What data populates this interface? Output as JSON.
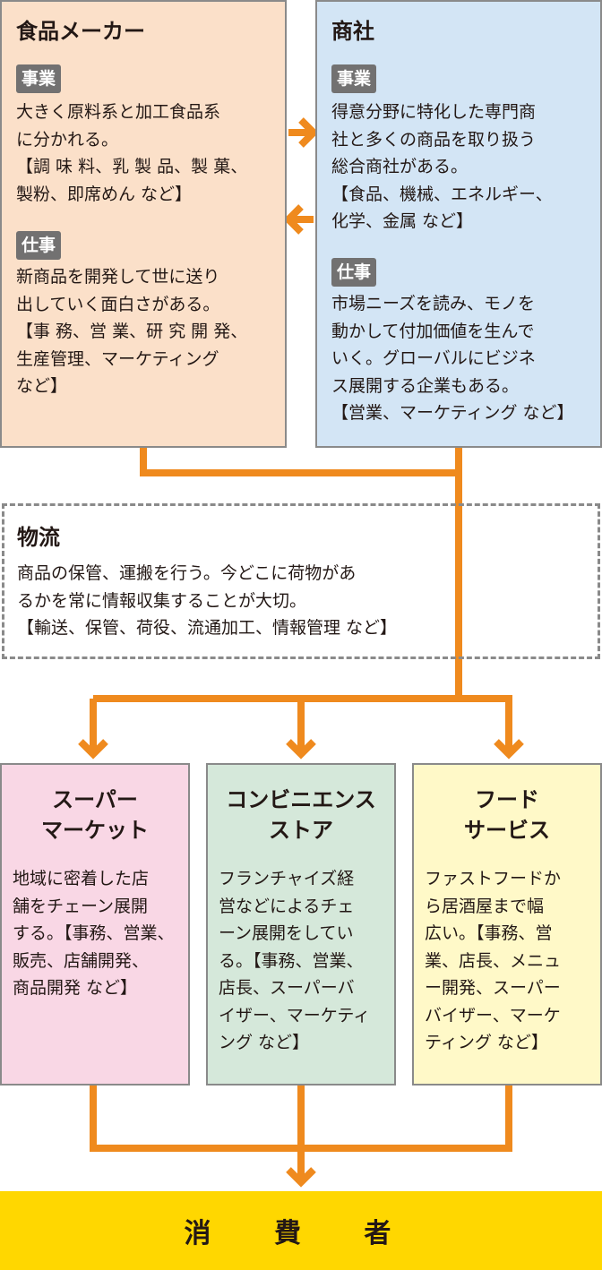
{
  "colors": {
    "line": "#ef8a1e",
    "manufacturer_fill": "#fbe0c9",
    "trading_fill": "#d3e5f5",
    "supermarket_fill": "#f9d7e5",
    "convenience_fill": "#d5e8da",
    "foodservice_fill": "#fff9c8",
    "consumer_fill": "#ffd700",
    "tag_fill": "#727171"
  },
  "manufacturer": {
    "title": "食品メーカー",
    "business_tag": "事業",
    "business_text": "大きく原料系と加工食品系\nに分かれる。\n【調 味 料、乳 製 品、製 菓、\n製粉、即席めん など】",
    "work_tag": "仕事",
    "work_text": "新商品を開発して世に送り\n出していく面白さがある。\n【事 務、営 業、研 究 開 発、\n生産管理、マーケティング\nなど】"
  },
  "trading": {
    "title": "商社",
    "business_tag": "事業",
    "business_text": "得意分野に特化した専門商\n社と多くの商品を取り扱う\n総合商社がある。\n【食品、機械、エネルギー、\n化学、金属 など】",
    "work_tag": "仕事",
    "work_text": "市場ニーズを読み、モノを\n動かして付加価値を生んで\nいく。グローバルにビジネ\nス展開する企業もある。\n【営業、マーケティング など】"
  },
  "logistics": {
    "title": "物流",
    "text": "商品の保管、運搬を行う。今どこに荷物があ\nるかを常に情報収集することが大切。\n【輸送、保管、荷役、流通加工、情報管理 など】"
  },
  "supermarket": {
    "title": "スーパー\nマーケット",
    "text": "地域に密着した店\n舗をチェーン展開\nする。【事務、営業、\n販売、店舗開発、\n商品開発 など】"
  },
  "convenience": {
    "title": "コンビニエンス\nストア",
    "text": "フランチャイズ経\n営などによるチェ\nーン展開をしてい\nる。【事務、営業、\n店長、スーパーバ\nイザー、マーケティ\nング など】"
  },
  "foodservice": {
    "title": "フード\nサービス",
    "text": "ファストフードか\nら居酒屋まで幅\n広い。【事務、営\n業、店長、メニュ\nー開発、スーパー\nバイザー、マーケ\nティング など】"
  },
  "consumer": {
    "label": "消 費 者"
  }
}
